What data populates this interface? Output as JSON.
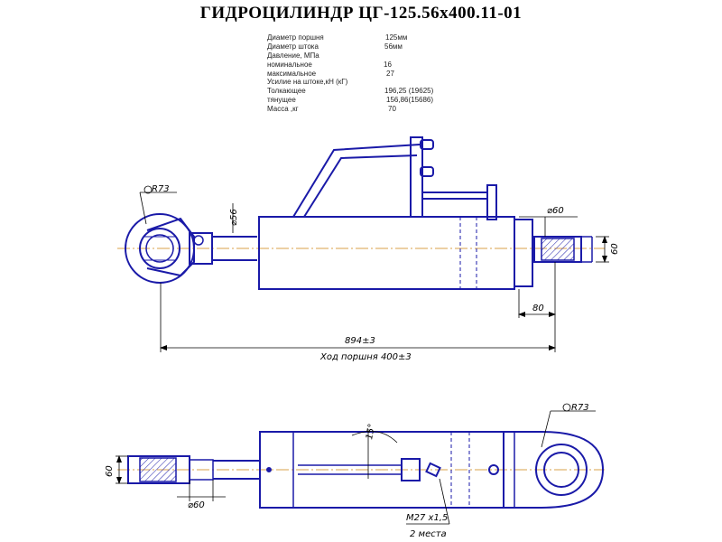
{
  "title": "ГИДРОЦИЛИНДР  ЦГ-125.56х400.11-01",
  "specs": [
    {
      "label": "Диаметр поршня",
      "value": "125мм"
    },
    {
      "label": "Диаметр штока",
      "value": "56мм"
    },
    {
      "label": "Давление, МПа",
      "value": ""
    },
    {
      "label": "номинальное",
      "value": "16"
    },
    {
      "label": "максимальное",
      "value": "27"
    },
    {
      "label": "Усилие на штоке,кН (кГ)",
      "value": ""
    },
    {
      "label": "Толкающее",
      "value": "196,25 (19625)"
    },
    {
      "label": "тянущее",
      "value": "156,86(15686)"
    },
    {
      "label": "Масса ,кг",
      "value": "70"
    }
  ],
  "dimensions": {
    "top_eye_radius": "R73",
    "top_rod_dia": "⌀56",
    "top_end_dia": "⌀60",
    "top_end_height": "60",
    "top_end_length": "80",
    "overall_length": "894±3",
    "stroke": "Ход поршня 400±3",
    "bottom_end_height": "60",
    "bottom_end_dia": "⌀60",
    "bottom_eye_radius": "R73",
    "angle": "15°",
    "thread": "М27 х1,5",
    "thread_qty": "2 места"
  },
  "colors": {
    "outline": "#1a1aa8",
    "centerline": "#d9a04a",
    "dimension": "#000000"
  }
}
